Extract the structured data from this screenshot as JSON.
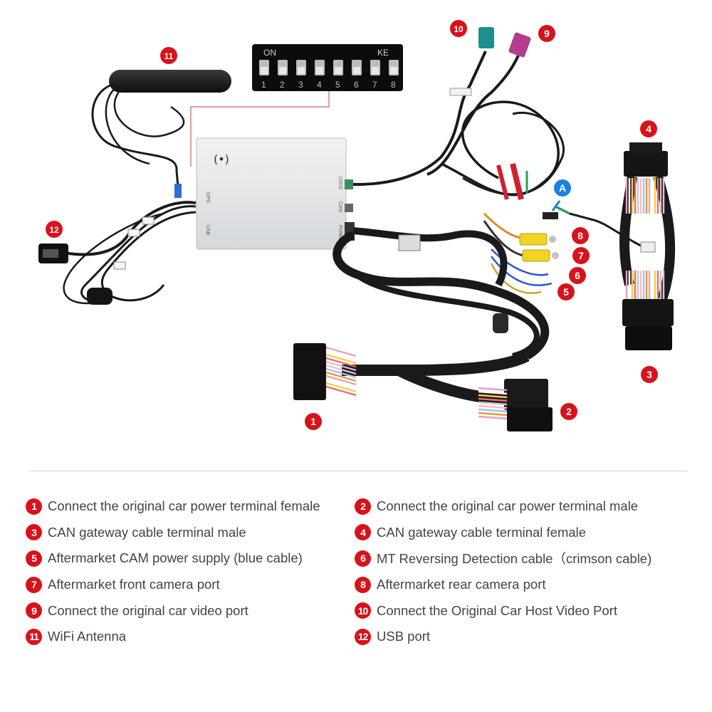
{
  "dip_switch": {
    "on_label": "ON",
    "ke_label": "KE",
    "numbers": [
      "1",
      "2",
      "3",
      "4",
      "5",
      "6",
      "7",
      "8"
    ]
  },
  "module": {
    "port_gps": "GPS",
    "port_usb": "USB",
    "port_lvds": "LVDS",
    "port_can": "CAN",
    "port_power": "POWER"
  },
  "callouts": [
    "1",
    "2",
    "3",
    "4",
    "5",
    "6",
    "7",
    "8",
    "9",
    "10",
    "11",
    "12",
    "A"
  ],
  "legend": [
    {
      "num": "1",
      "text": "Connect the original car power terminal female"
    },
    {
      "num": "2",
      "text": "Connect the original car power terminal male"
    },
    {
      "num": "3",
      "text": "CAN gateway cable terminal male"
    },
    {
      "num": "4",
      "text": "CAN gateway cable terminal female"
    },
    {
      "num": "5",
      "text": "Aftermarket CAM power supply (blue cable)"
    },
    {
      "num": "6",
      "text": "MT Reversing Detection cable（crimson cable)"
    },
    {
      "num": "7",
      "text": "Aftermarket front camera port"
    },
    {
      "num": "8",
      "text": "Aftermarket rear camera port"
    },
    {
      "num": "9",
      "text": "Connect the original car video port"
    },
    {
      "num": "10",
      "text": "Connect the Original Car Host Video Port"
    },
    {
      "num": "11",
      "text": "WiFi Antenna"
    },
    {
      "num": "12",
      "text": "USB port"
    }
  ],
  "colors": {
    "callout_red": "#d8121b",
    "callout_blue": "#1e7fe0",
    "cable_black": "#1a1a1a",
    "module_silver": "#e4e6e8"
  }
}
